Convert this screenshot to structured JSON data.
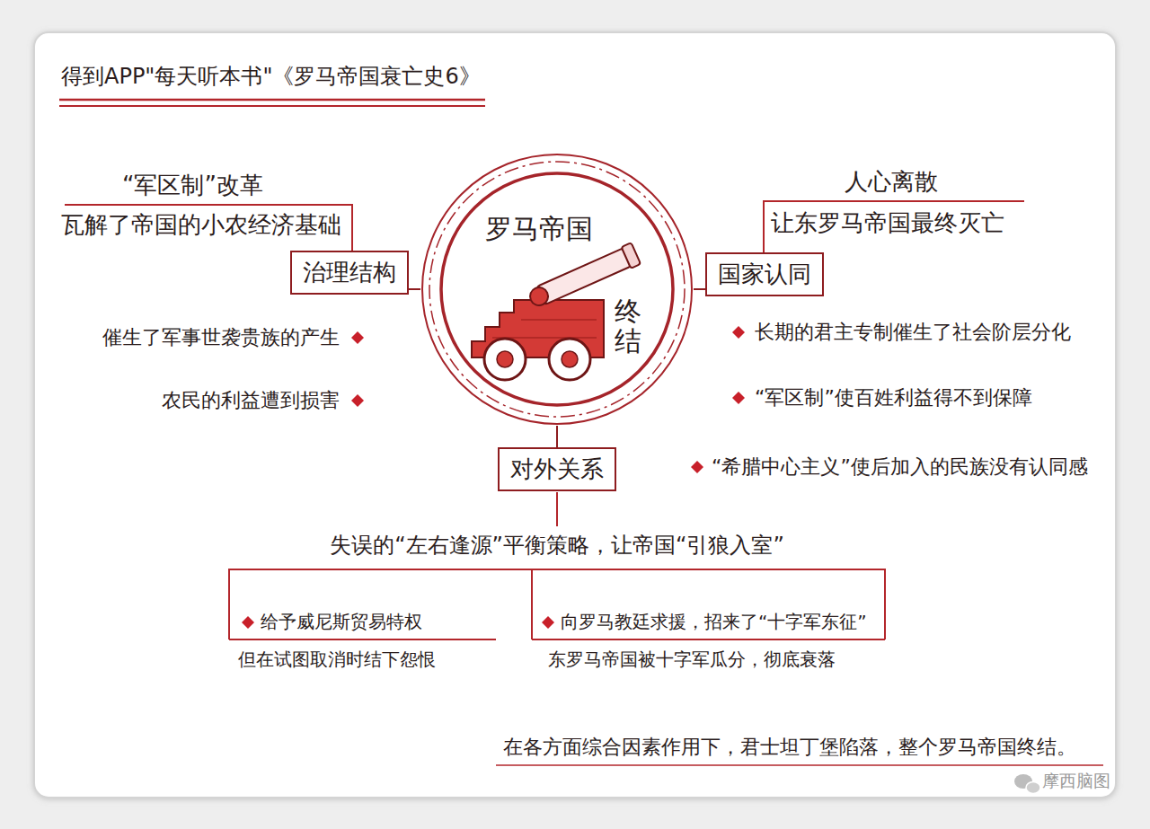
{
  "diagram": {
    "title": "得到APP\"每天听本书\"《罗马帝国衰亡史6》",
    "caption": "在各方面综合因素作用下，君士坦丁堡陷落，整个罗马帝国终结。",
    "nodes": [
      {
        "text": [
          "罗马帝国",
          "终结"
        ]
      },
      {
        "text": [
          "治理结构"
        ]
      },
      {
        "text": [
          "国家认同"
        ]
      },
      {
        "text": [
          "对外关系"
        ]
      }
    ],
    "edges": [
      {
        "from": 0,
        "to": 1,
        "arrow": "none"
      },
      {
        "from": 0,
        "to": 2,
        "arrow": "none"
      },
      {
        "from": 0,
        "to": 3,
        "arrow": "none"
      }
    ],
    "labels": [
      "“军区制”改革",
      "瓦解了帝国的小农经济基础",
      "催生了军事世袭贵族的产生",
      "农民的利益遭到损害",
      "人心离散",
      "让东罗马帝国最终灭亡",
      "长期的君主专制催生了社会阶层分化",
      "“军区制”使百姓利益得不到保障",
      "“希腊中心主义”使后加入的民族没有认同感",
      "失误的“左右逢源”平衡策略，让帝国“引狼入室”",
      "给予威尼斯贸易特权",
      "但在试图取消时结下怨恨",
      "向罗马教廷求援，招来了“十字军东征”",
      "东罗马帝国被十字军瓜分，彻底衰落",
      "摩西脑图"
    ]
  }
}
